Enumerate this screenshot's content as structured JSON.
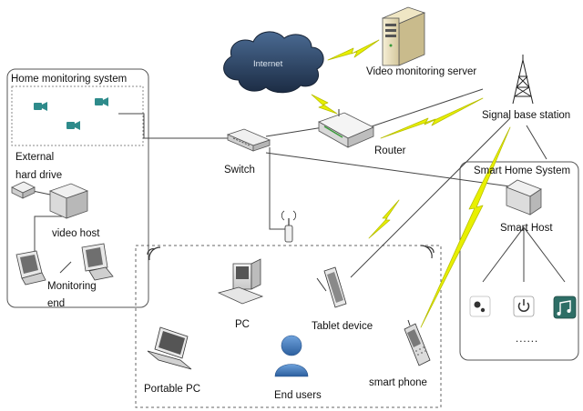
{
  "labels": {
    "home_monitoring": "Home monitoring system",
    "video_server": "Video monitoring server",
    "internet": "Internet",
    "signal_base": "Signal base station",
    "router": "Router",
    "switch": "Switch",
    "smart_home_system": "Smart Home System",
    "smart_host": "Smart Host",
    "external_hd_1": "External",
    "external_hd_2": "hard drive",
    "video_host": "video host",
    "monitoring_end_1": "Monitoring",
    "monitoring_end_2": "end",
    "pc": "PC",
    "tablet": "Tablet device",
    "portable_pc": "Portable PC",
    "end_users": "End users",
    "smart_phone": "smart phone",
    "dots": "......"
  },
  "colors": {
    "line": "#444444",
    "lightning": "#e8f000",
    "lightning_outline": "#b8bf00",
    "cloud": "#2a3f5c",
    "cloud_text": "#dde6f0",
    "camera": "#2e8b8b",
    "box_border": "#555555",
    "music_tile": "#2e6e66",
    "person": "#3f78b8"
  },
  "icons": {
    "server": "server-icon",
    "cloud": "cloud-icon",
    "tower": "signal-tower-icon",
    "router": "router-icon",
    "switch": "switch-icon",
    "smart_host": "smart-host-icon",
    "cameras": "camera-icon",
    "hard_drive": "hard-drive-icon",
    "video_host": "video-host-icon",
    "monitor": "monitor-icon",
    "pc": "desktop-pc-icon",
    "tablet": "tablet-icon",
    "laptop": "laptop-icon",
    "user": "user-icon",
    "phone": "phone-icon",
    "antenna": "antenna-icon",
    "wifi": "wifi-icon",
    "sensor": "sensor-icon",
    "power": "power-icon",
    "music": "music-icon"
  }
}
